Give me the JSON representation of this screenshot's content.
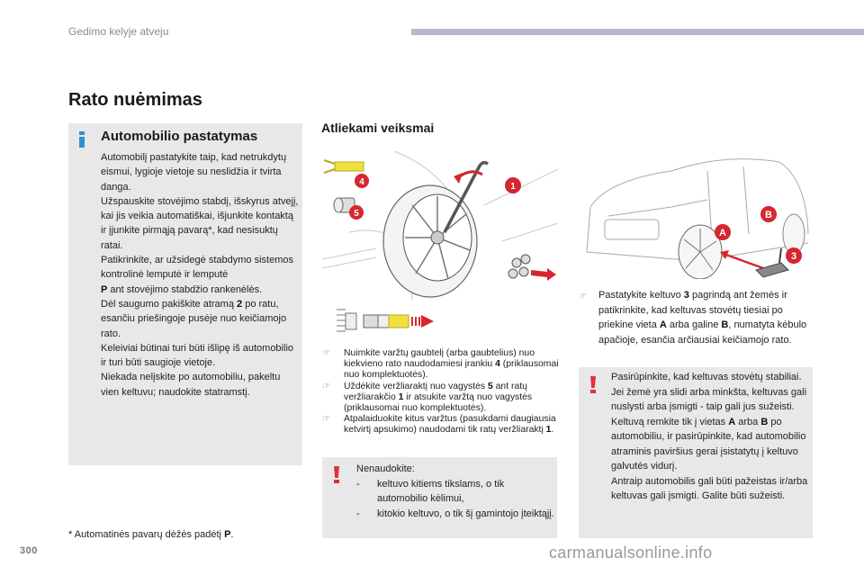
{
  "header": {
    "section": "Gedimo kelyje atveju",
    "bar_color": "#b8b8cc"
  },
  "page_title": "Rato nuėmimas",
  "info_box": {
    "icon": "info-icon",
    "icon_color": "#2f8fd0",
    "title": "Automobilio pastatymas",
    "paragraphs": [
      "Automobilį pastatykite taip, kad netrukdytų eismui, lygioje vietoje su neslidžia ir tvirta danga.",
      "Užspauskite stovėjimo stabdį, išskyrus atvejį, kai jis veikia automatiškai, išjunkite kontaktą ir įjunkite pirmąją pavarą*, kad nesisuktų ratai.",
      "Patikrinkite, ar užsidegė stabdymo sistemos kontrolinė lemputė ir lemputė",
      "P",
      "ant stovėjimo stabdžio rankenėlės.",
      "Dėl saugumo pakiškite atramą",
      "2",
      "po ratu, esančiu priešingoje pusėje nuo keičiamojo rato.",
      "Keleiviai būtinai turi būti išlipę iš automobilio ir turi būti saugioje vietoje.",
      "Niekada nelįskite po automobiliu, pakeltu vien keltuvu; naudokite statramstį."
    ]
  },
  "footnote": {
    "text": "* Automatinės pavarų dėžės padėtį",
    "bold": "P",
    "end": "."
  },
  "page_number": "300",
  "steps": {
    "title": "Atliekami veiksmai",
    "bullet_icon": "pointing-hand-icon",
    "items": [
      {
        "parts": [
          "Nuimkite varžtų gaubtelį (arba gaubtelius) nuo kiekvieno rato naudodamiesi įrankiu ",
          "4",
          " (priklausomai nuo komplektuotės)."
        ]
      },
      {
        "parts": [
          "Uždėkite veržliaraktį nuo vagystės ",
          "5",
          " ant ratų veržliarakčio ",
          "1",
          " ir atsukite varžtą nuo vagystės (priklausomai nuo komplektuotės)."
        ]
      },
      {
        "parts": [
          "Atpalaiduokite kitus varžtus (pasukdami daugiausia ketvirtį apsukimo) naudodami tik ratų veržliaraktį ",
          "1",
          "."
        ]
      }
    ]
  },
  "warning_1": {
    "icon": "exclamation-icon",
    "icon_color": "#e0303c",
    "intro": "Nenaudokite:",
    "items": [
      "keltuvo kitiems tikslams, o tik automobilio kėlimui,",
      "kitokio keltuvo, o tik šį gamintojo įteiktąjį."
    ]
  },
  "jack_step": {
    "parts": [
      "Pastatykite keltuvo ",
      "3",
      " pagrindą ant žemės ir patikrinkite, kad keltuvas stovėtų tiesiai po priekine vieta ",
      "A",
      " arba galine ",
      "B",
      ", numatyta kėbulo apačioje, esančia arčiausiai keičiamojo rato."
    ]
  },
  "warning_2": {
    "icon": "exclamation-icon",
    "icon_color": "#e0303c",
    "parts": [
      "Pasirūpinkite, kad keltuvas stovėtų stabiliai. Jei žemė yra slidi arba minkšta, keltuvas gali nuslysti arba įsmigti - taip gali jus sužeisti.",
      "Keltuvą remkite tik į vietas ",
      "A",
      " arba ",
      "B",
      " po automobiliu, ir pasirūpinkite, kad automobilio atraminis paviršius gerai įsistatytų į keltuvo galvutės vidurį.",
      "Antraip automobilis gali būti pažeistas ir/arba keltuvas gali įsmigti. Galite būti sužeisti."
    ]
  },
  "illustrations": {
    "wheel": {
      "labels": [
        "1",
        "4",
        "5"
      ],
      "accent": "#d6262f",
      "tool_color": "#f0e040"
    },
    "car": {
      "labels": [
        "A",
        "B",
        "3"
      ],
      "accent": "#d6262f"
    },
    "cap": {
      "tool_color": "#f0e040",
      "arrow_color": "#d6262f"
    }
  },
  "watermark": "carmanualsonline.info"
}
